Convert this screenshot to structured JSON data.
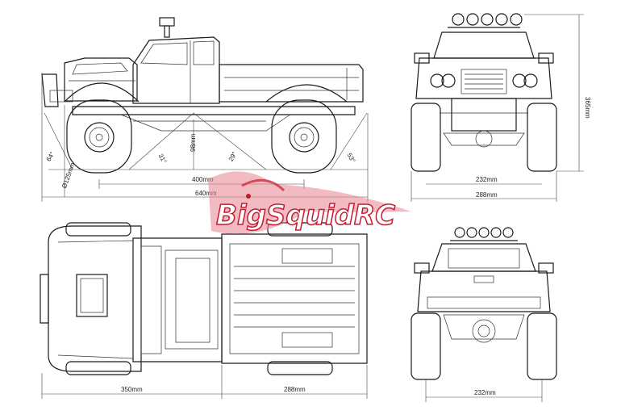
{
  "dims": {
    "side_wheel_left_angle": "64°",
    "side_front_angle": "31°",
    "side_mid_height": "98mm",
    "side_rear_angle": "29°",
    "side_rear_angle2": "53°",
    "side_tire_dia": "Ø125mm",
    "side_wheelbase": "400mm",
    "side_length": "640mm",
    "front_height": "365mm",
    "front_track": "232mm",
    "front_width": "288mm",
    "top_front": "350mm",
    "top_bed": "288mm",
    "rear_track": "232mm"
  },
  "watermark": {
    "text": "BigSquidRC",
    "color": "#c8192e"
  }
}
